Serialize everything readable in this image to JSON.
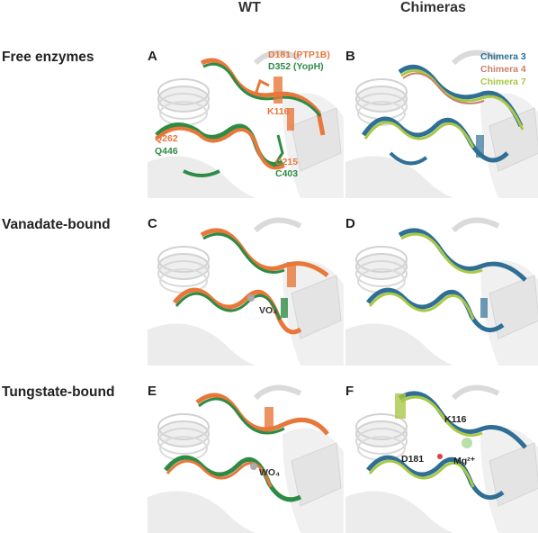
{
  "columns": {
    "wt": "WT",
    "chimeras": "Chimeras"
  },
  "rows": {
    "free": "Free enzymes",
    "vanadate": "Vanadate-bound",
    "tungstate": "Tungstate-bound"
  },
  "panels": {
    "A": {
      "letter": "A",
      "labels": {
        "d181": "D181 (PTP1B)",
        "d352": "D352 (YopH)",
        "k116": "K116",
        "q262": "Q262",
        "q446": "Q446",
        "c215": "C215",
        "c403": "C403"
      }
    },
    "B": {
      "letter": "B",
      "legend": [
        "Chimera 3",
        "Chimera 4",
        "Chimera 7"
      ]
    },
    "C": {
      "letter": "C",
      "labels": {
        "vo4": "VO₄"
      }
    },
    "D": {
      "letter": "D"
    },
    "E": {
      "letter": "E",
      "labels": {
        "wo4": "WO₄"
      }
    },
    "F": {
      "letter": "F",
      "labels": {
        "k116": "K116",
        "d181": "D181",
        "mg": "Mg²⁺"
      }
    }
  },
  "colors": {
    "ptp1b_orange": "#e8773a",
    "yoph_green": "#2e8b45",
    "chimera3_blue": "#2f6f95",
    "chimera4_rose": "#c9806b",
    "chimera7_lime": "#a9c845",
    "background_protein": "#e6e6e6"
  }
}
